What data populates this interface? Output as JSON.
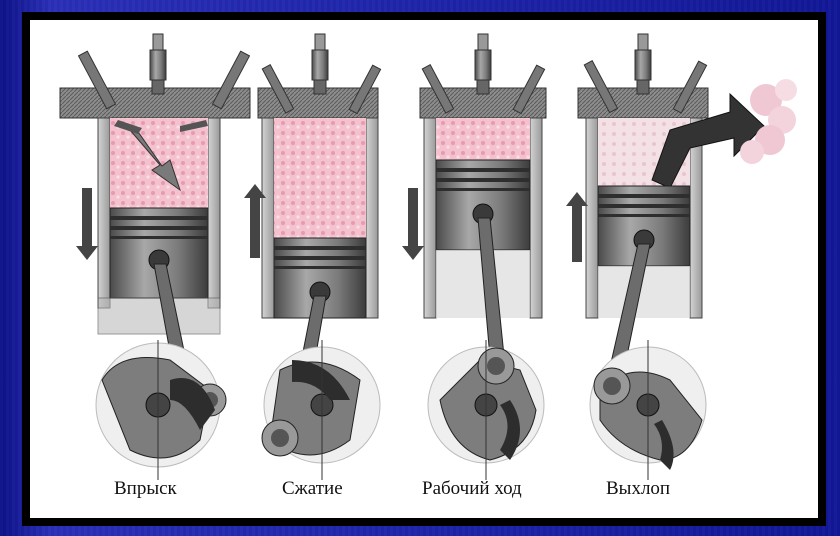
{
  "stages": [
    {
      "label": "Впрыск"
    },
    {
      "label": "Сжатие"
    },
    {
      "label": "Рабочий ход"
    },
    {
      "label": "Выхлоп"
    }
  ],
  "colors": {
    "background": "#1c22a6",
    "frame": "#000000",
    "panel": "#ffffff",
    "metal_dark": "#5c5c5c",
    "metal_mid": "#8a8a8a",
    "metal_light": "#c9c9c9",
    "gas": "#f2b8c8"
  },
  "icons": [
    "spark-plug-icon",
    "intake-valve-icon",
    "exhaust-valve-icon",
    "piston-icon",
    "crankshaft-icon",
    "down-arrow-icon",
    "up-arrow-icon",
    "exhaust-arrow-icon",
    "smoke-cloud-icon"
  ]
}
